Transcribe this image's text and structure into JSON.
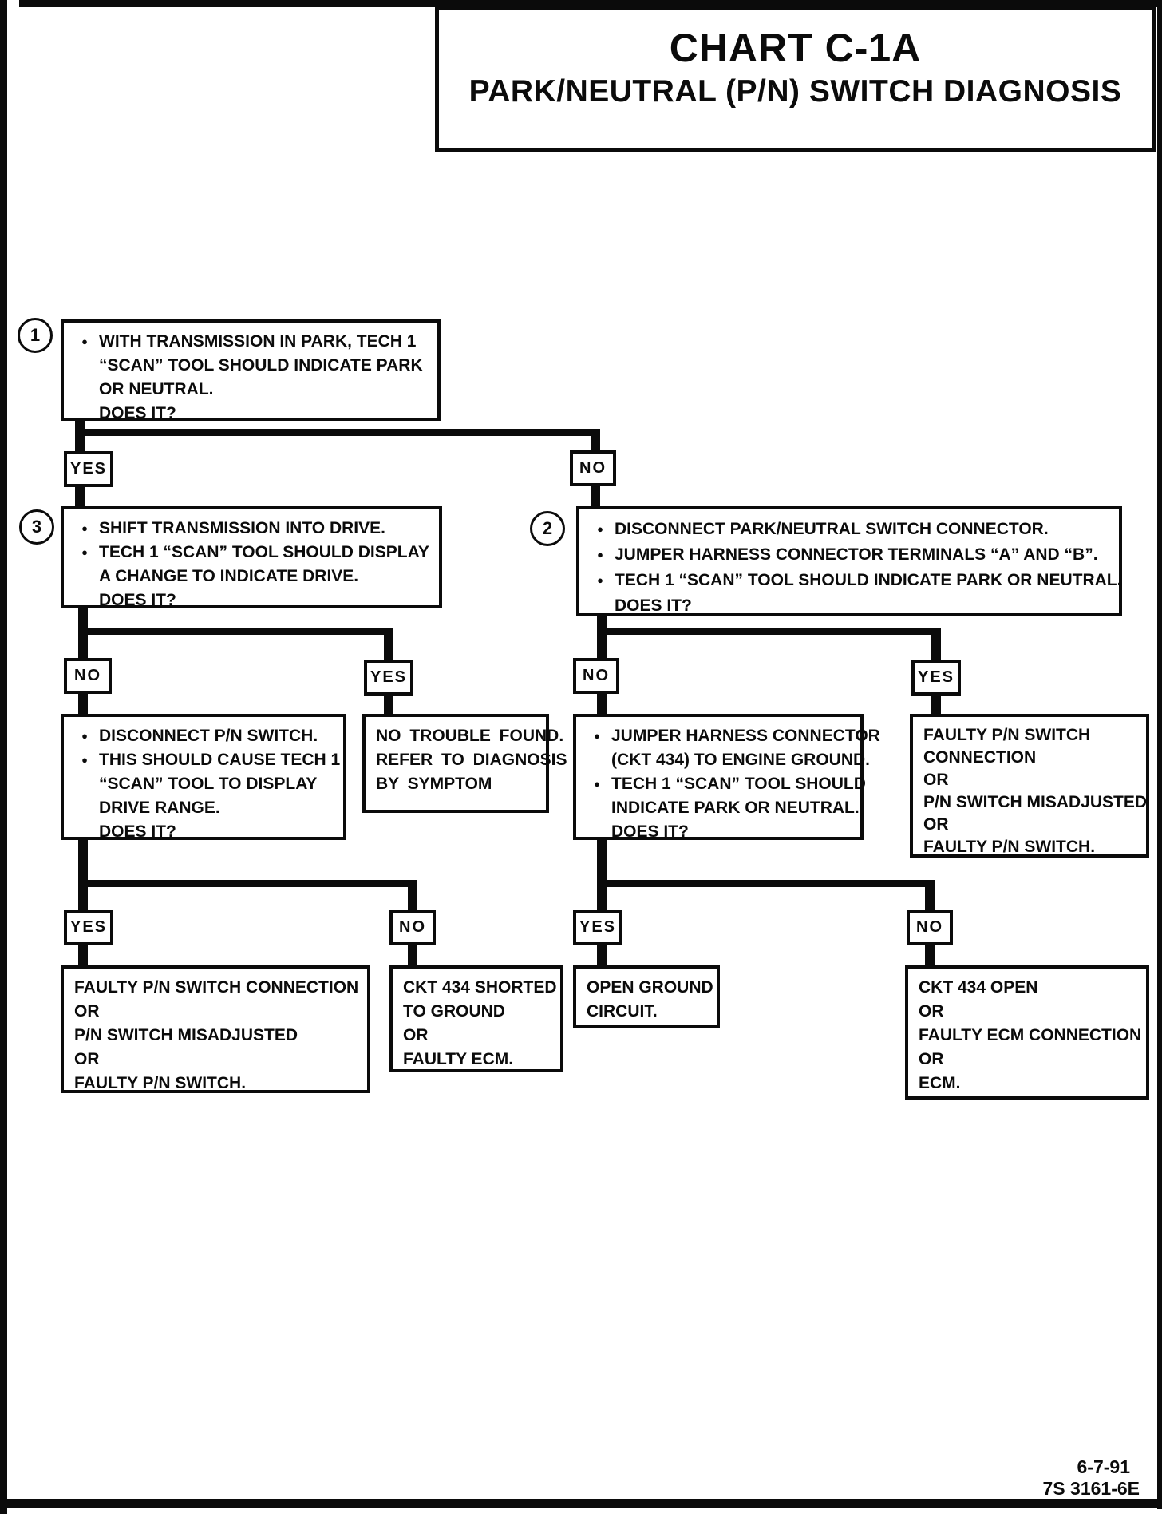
{
  "title": {
    "line1": "CHART C-1A",
    "line2": "PARK/NEUTRAL (P/N) SWITCH DIAGNOSIS"
  },
  "bullet_char": "●",
  "decision_labels": {
    "yes": "YES",
    "no": "NO"
  },
  "steps": {
    "step1": {
      "number": "1",
      "lines": [
        {
          "bullet": true,
          "text": "WITH TRANSMISSION IN PARK, TECH 1"
        },
        {
          "bullet": false,
          "text": "“SCAN” TOOL SHOULD INDICATE PARK"
        },
        {
          "bullet": false,
          "text": "OR NEUTRAL."
        },
        {
          "bullet": false,
          "text": "DOES IT?"
        }
      ]
    },
    "step3": {
      "number": "3",
      "lines": [
        {
          "bullet": true,
          "text": "SHIFT TRANSMISSION INTO DRIVE."
        },
        {
          "bullet": true,
          "text": "TECH 1 “SCAN” TOOL SHOULD DISPLAY"
        },
        {
          "bullet": false,
          "text": "A CHANGE TO INDICATE DRIVE."
        },
        {
          "bullet": false,
          "text": "DOES IT?"
        }
      ]
    },
    "step2": {
      "number": "2",
      "lines": [
        {
          "bullet": true,
          "text": "DISCONNECT PARK/NEUTRAL SWITCH CONNECTOR."
        },
        {
          "bullet": true,
          "text": "JUMPER HARNESS CONNECTOR TERMINALS “A” AND “B”."
        },
        {
          "bullet": true,
          "text": "TECH 1 “SCAN” TOOL SHOULD INDICATE PARK OR NEUTRAL."
        },
        {
          "bullet": false,
          "text": "DOES IT?"
        }
      ]
    }
  },
  "boxes": {
    "disconnect_pn": {
      "lines": [
        {
          "bullet": true,
          "text": "DISCONNECT P/N SWITCH."
        },
        {
          "bullet": true,
          "text": "THIS SHOULD CAUSE TECH 1"
        },
        {
          "bullet": false,
          "text": "“SCAN” TOOL TO DISPLAY"
        },
        {
          "bullet": false,
          "text": "DRIVE RANGE."
        },
        {
          "bullet": false,
          "text": "DOES IT?"
        }
      ]
    },
    "no_trouble": {
      "lines": [
        {
          "text": "NO TROUBLE FOUND."
        },
        {
          "text": "REFER TO DIAGNOSIS"
        },
        {
          "text": "BY SYMPTOM"
        }
      ]
    },
    "jumper_ground": {
      "lines": [
        {
          "bullet": true,
          "text": "JUMPER HARNESS CONNECTOR"
        },
        {
          "bullet": false,
          "text": "(CKT 434) TO ENGINE GROUND."
        },
        {
          "bullet": true,
          "text": "TECH 1 “SCAN” TOOL SHOULD"
        },
        {
          "bullet": false,
          "text": "INDICATE PARK OR NEUTRAL."
        },
        {
          "bullet": false,
          "text": "DOES IT?"
        }
      ]
    },
    "faulty_pn_right": {
      "lines": [
        {
          "text": "FAULTY P/N SWITCH"
        },
        {
          "text": "CONNECTION"
        },
        {
          "text": "OR"
        },
        {
          "text": "P/N SWITCH MISADJUSTED"
        },
        {
          "text": "OR"
        },
        {
          "text": "FAULTY P/N SWITCH."
        }
      ]
    },
    "faulty_pn_bottom": {
      "lines": [
        {
          "text": "FAULTY P/N SWITCH CONNECTION"
        },
        {
          "text": "OR"
        },
        {
          "text": "P/N SWITCH MISADJUSTED"
        },
        {
          "text": "OR"
        },
        {
          "text": "FAULTY P/N SWITCH."
        }
      ]
    },
    "ckt434_shorted": {
      "lines": [
        {
          "text": "CKT 434 SHORTED"
        },
        {
          "text": "TO GROUND"
        },
        {
          "text": "OR"
        },
        {
          "text": "FAULTY ECM."
        }
      ]
    },
    "open_ground": {
      "lines": [
        {
          "text": "OPEN GROUND"
        },
        {
          "text": "CIRCUIT."
        }
      ]
    },
    "ckt434_open": {
      "lines": [
        {
          "text": "CKT 434 OPEN"
        },
        {
          "text": "OR"
        },
        {
          "text": "FAULTY ECM CONNECTION"
        },
        {
          "text": "OR"
        },
        {
          "text": "ECM."
        }
      ]
    }
  },
  "footer": {
    "date": "6-7-91",
    "doc_number": "7S 3161-6E"
  }
}
